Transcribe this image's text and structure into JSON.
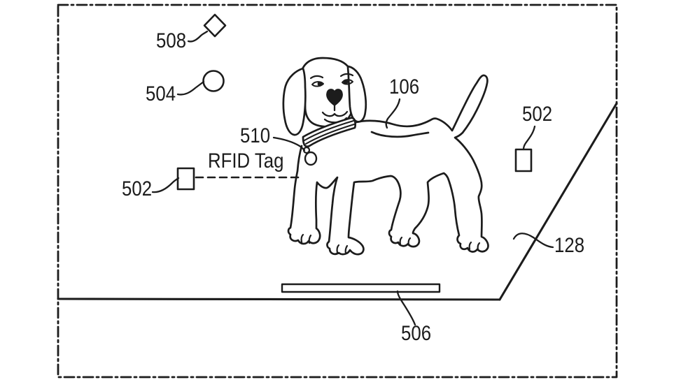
{
  "figure": {
    "background_color": "#ffffff",
    "ink_color": "#1c1c1c",
    "labels": {
      "diamond_sensor": "508",
      "circle_sensor": "504",
      "collar_tag": "510",
      "collar_tag_caption": "RFID Tag",
      "reader_left": "502",
      "animal": "106",
      "reader_right": "502",
      "platform_edge": "128",
      "floor_antenna": "506"
    }
  }
}
